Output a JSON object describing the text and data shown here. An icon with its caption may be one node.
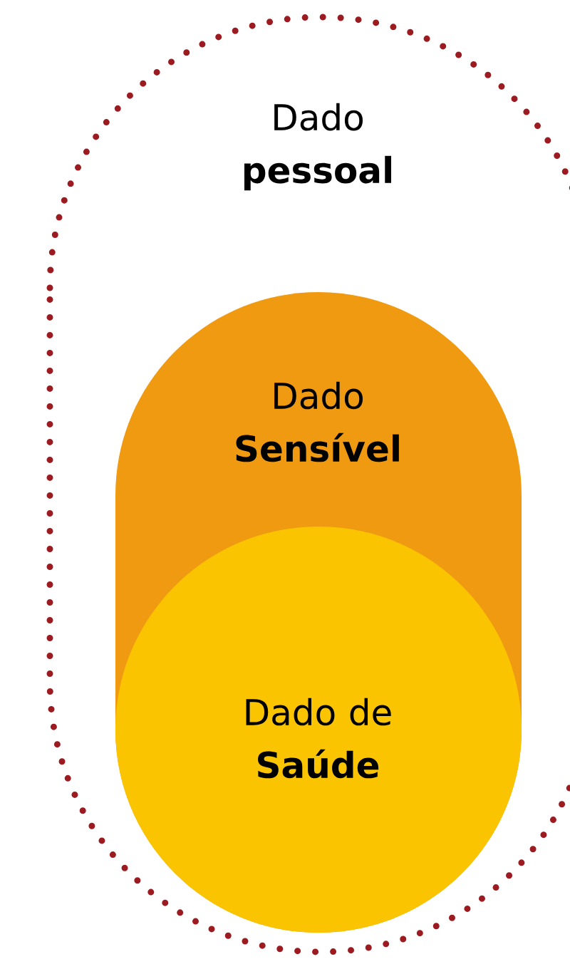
{
  "diagram": {
    "nodes": [
      {
        "text": [
          "Dado **pessoal**"
        ]
      },
      {
        "text": [
          "Dado **Sensível**"
        ],
        "in": 0
      },
      {
        "text": [
          "Dado de **Saúde**"
        ],
        "in": 1
      }
    ]
  }
}
